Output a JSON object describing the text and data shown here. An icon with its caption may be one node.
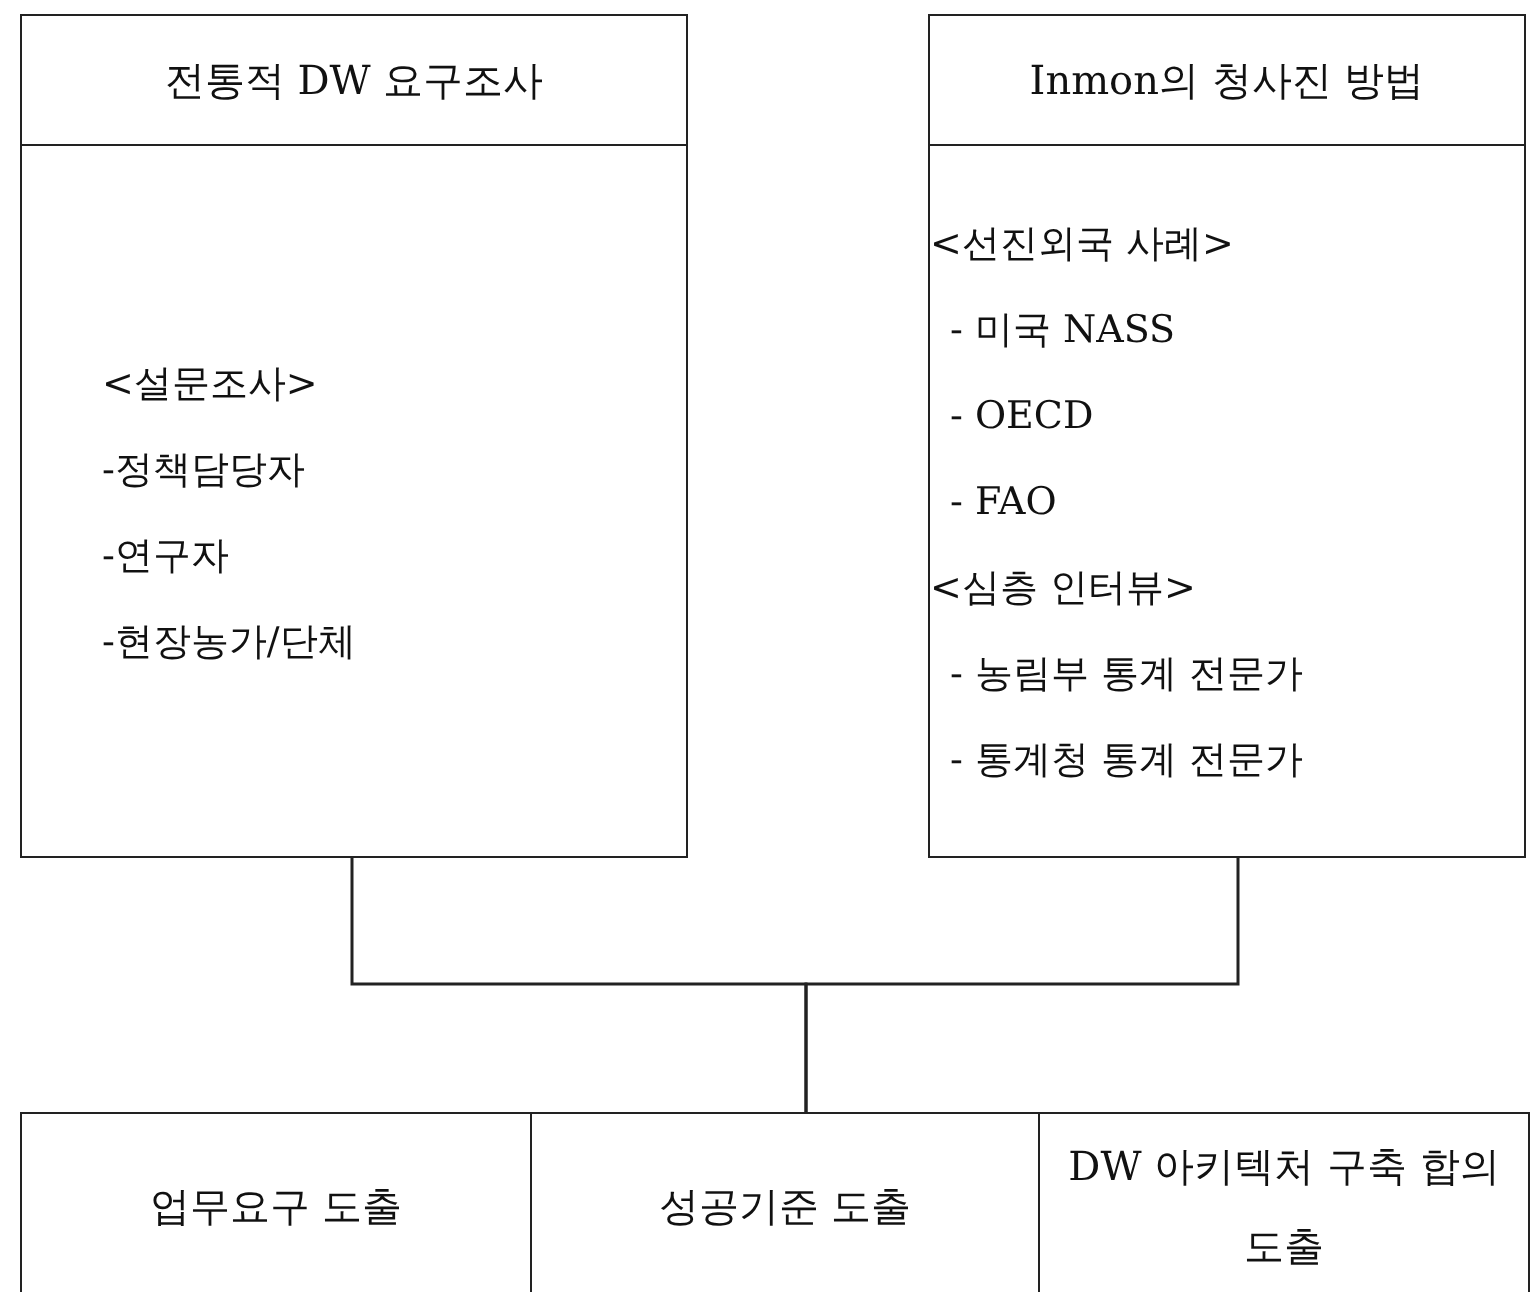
{
  "diagram": {
    "nodes": [
      {
        "text": [
          "전통적 DW 요구조사",
          "<설문조사>",
          "-정책담당자",
          "-연구자",
          "-현장농가/단체"
        ]
      },
      {
        "text": [
          "Inmon의 청사진 방법",
          "<선진외국 사례>",
          "- 미국 NASS",
          "- OECD",
          "- FAO",
          "<심층 인터뷰>",
          "- 농림부 통계 전문가",
          "- 통계청 통계 전문가"
        ]
      },
      {
        "text": [
          "업무요구 도출"
        ]
      },
      {
        "text": [
          "성공기준 도출"
        ]
      },
      {
        "text": [
          "DW 아키텍처 구축 합의 도출"
        ]
      }
    ],
    "edges": [
      {
        "from": 0,
        "to": 3,
        "arrow": "none"
      },
      {
        "from": 1,
        "to": 3,
        "arrow": "none"
      }
    ]
  }
}
